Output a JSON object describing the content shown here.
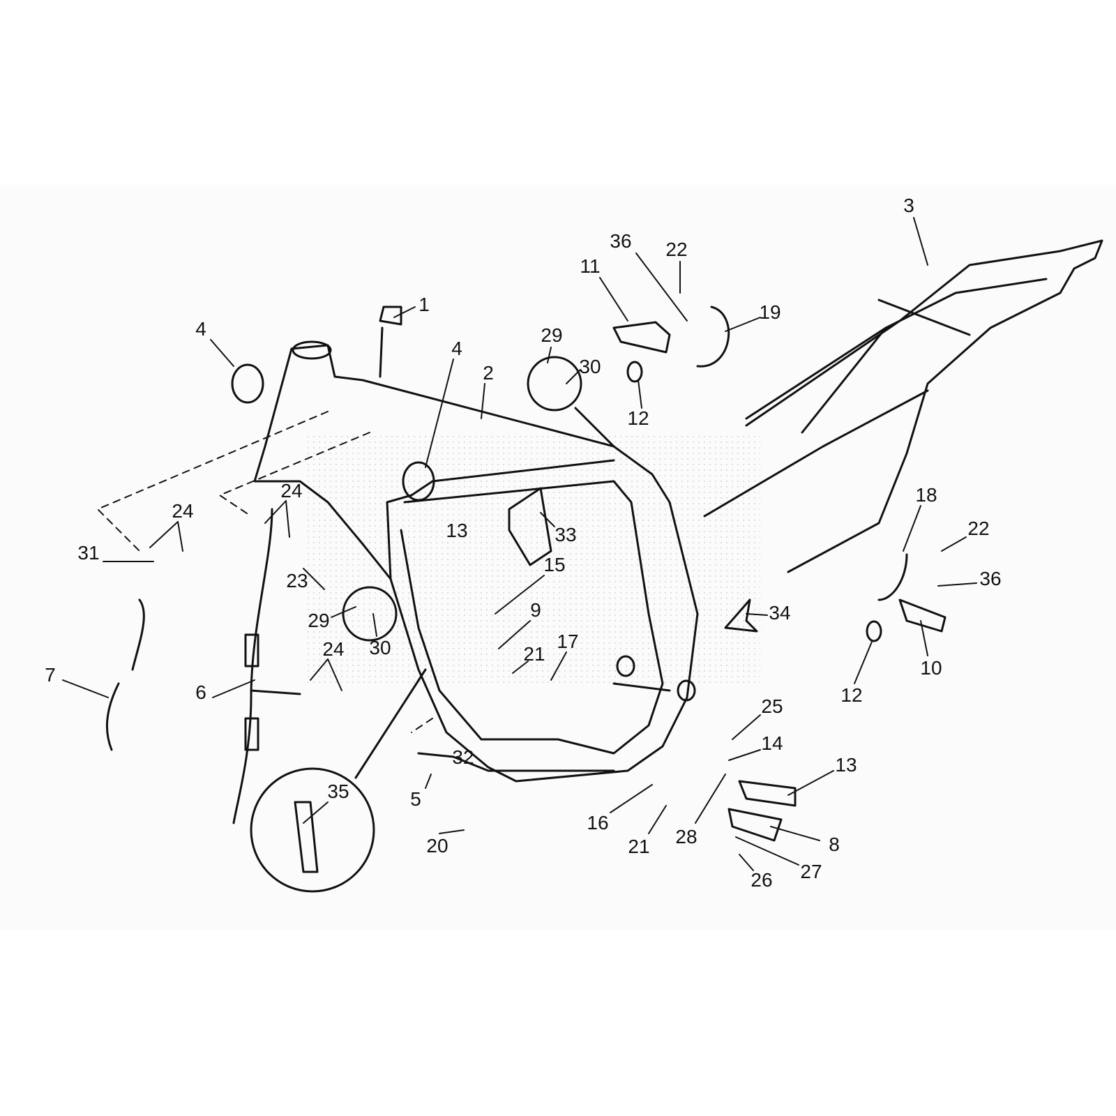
{
  "diagram": {
    "type": "exploded parts diagram",
    "labels": [
      "1",
      "4",
      "4",
      "2",
      "29",
      "30",
      "36",
      "22",
      "11",
      "19",
      "12",
      "3",
      "18",
      "22",
      "36",
      "34",
      "10",
      "12",
      "24",
      "24",
      "31",
      "23",
      "13",
      "33",
      "15",
      "29",
      "30",
      "9",
      "21",
      "17",
      "24",
      "7",
      "6",
      "25",
      "14",
      "13",
      "32",
      "5",
      "35",
      "20",
      "16",
      "21",
      "28",
      "8",
      "27",
      "26"
    ]
  },
  "colors": {
    "line": "#111111",
    "band": "#fbfbfb",
    "dots": "#bbbbbb"
  }
}
